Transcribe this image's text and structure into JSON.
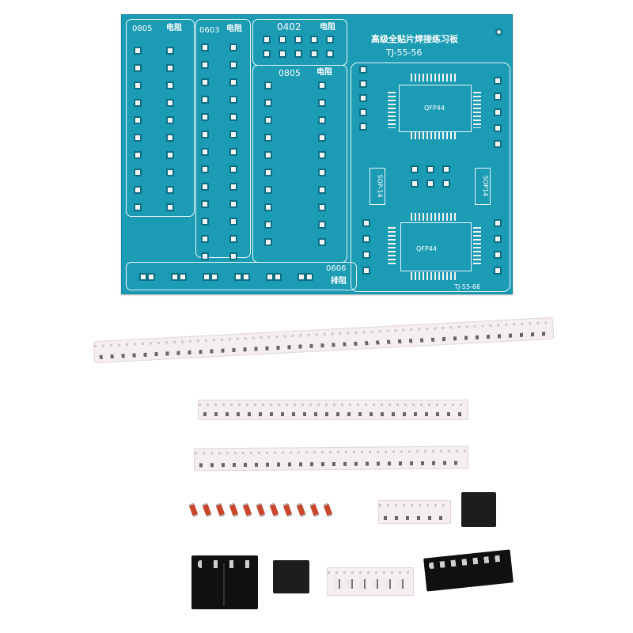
{
  "board": {
    "title": "高级全贴片焊接练习板",
    "model_top": "TJ-55-56",
    "model_bottom": "TJ-55-66",
    "sections": {
      "s0805_left": {
        "size": "0805",
        "type": "电阻"
      },
      "s0603": {
        "size": "0603",
        "type": "电阻"
      },
      "s0402": {
        "size": "0402",
        "type": "电阻"
      },
      "s0805_mid": {
        "size": "0805",
        "type": "电阻"
      },
      "s0606": {
        "size": "0606",
        "type": "排阻"
      }
    },
    "chips": {
      "qfp_top": "QFP44",
      "qfp_bottom": "QFP44",
      "sop_left": "SOP-14",
      "sop_right": "SOP14"
    }
  },
  "colors": {
    "board": "#1b9bb4",
    "silkscreen": "#ffffff",
    "pad": "#f2f2f2",
    "diode": "#c8462c"
  }
}
